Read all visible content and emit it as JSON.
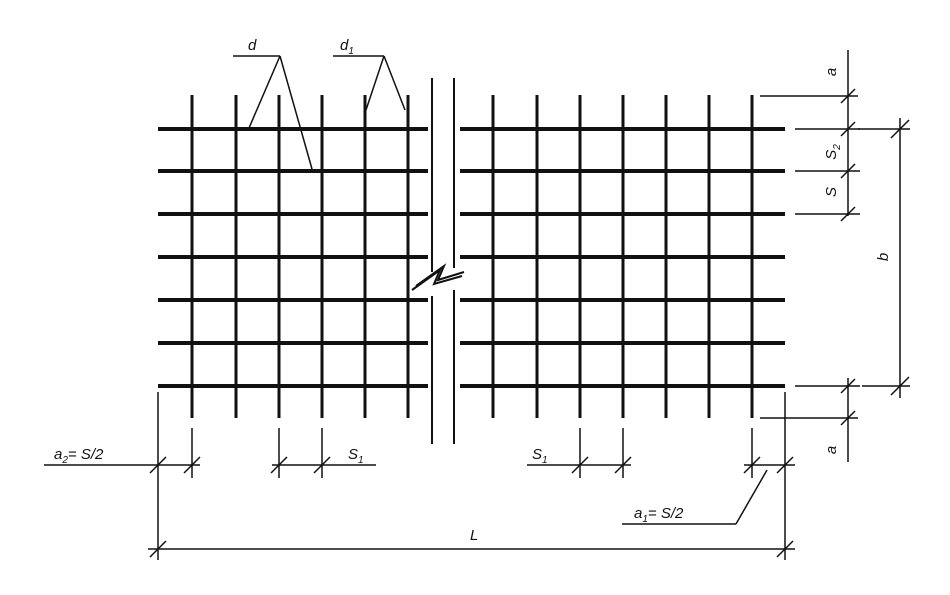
{
  "labels": {
    "d": "d",
    "d1_main": "d",
    "d1_sub": "1",
    "a_top": "a",
    "s2_main": "S",
    "s2_sub": "2",
    "s": "S",
    "b": "b",
    "a_bottom": "a",
    "a2_main": "a",
    "a2_sub": "2",
    "a2_rest": "= S/2",
    "s1_left_main": "S",
    "s1_left_sub": "1",
    "s1_right_main": "S",
    "s1_right_sub": "1",
    "a1_main": "a",
    "a1_sub": "1",
    "a1_rest": "= S/2",
    "l": "L"
  },
  "colors": {
    "line": "#111111",
    "background": "#ffffff"
  }
}
